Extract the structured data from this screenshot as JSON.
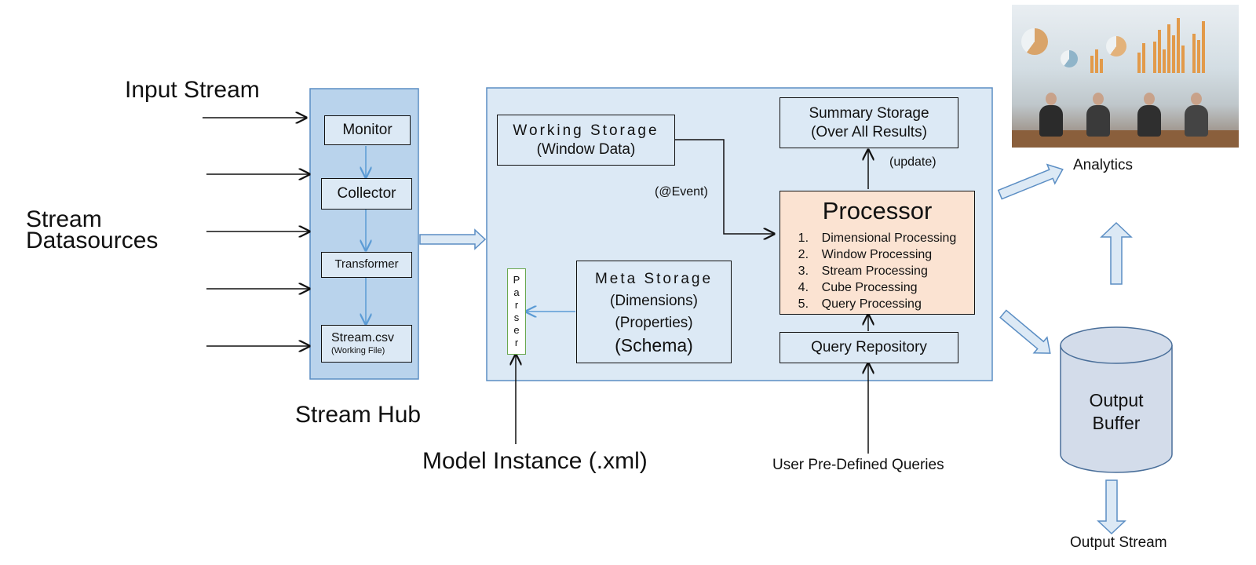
{
  "labels": {
    "input_stream": "Input Stream",
    "stream_datasources_line1": "Stream",
    "stream_datasources_line2": "Datasources",
    "stream_hub": "Stream Hub",
    "model_instance": "Model Instance (.xml)",
    "user_queries": "User Pre-Defined Queries",
    "analytics": "Analytics",
    "output_stream": "Output Stream",
    "event": "(@Event)",
    "update": "(update)"
  },
  "hub": {
    "monitor": "Monitor",
    "collector": "Collector",
    "transformer": "Transformer",
    "stream_csv": "Stream.csv",
    "working_file": "(Working File)"
  },
  "working_storage": {
    "title": "Working Storage",
    "subtitle": "(Window Data)"
  },
  "summary_storage": {
    "title": "Summary Storage",
    "subtitle": "(Over All Results)"
  },
  "meta_storage": {
    "title": "Meta Storage",
    "line1": "(Dimensions)",
    "line2": "(Properties)",
    "line3": "(Schema)"
  },
  "parser": {
    "letters": [
      "P",
      "a",
      "r",
      "s",
      "e",
      "r"
    ]
  },
  "processor": {
    "title": "Processor",
    "items": [
      {
        "num": "1.",
        "text": "Dimensional Processing"
      },
      {
        "num": "2.",
        "text": "Window Processing"
      },
      {
        "num": "3.",
        "text": "Stream Processing"
      },
      {
        "num": "4.",
        "text": "Cube Processing"
      },
      {
        "num": "5.",
        "text": "Query Processing"
      }
    ]
  },
  "query_repository": "Query Repository",
  "output_buffer": {
    "line1": "Output",
    "line2": "Buffer"
  },
  "colors": {
    "hub_fill": "#b9d3ec",
    "main_fill": "#dce9f5",
    "processor_fill": "#fbe3d2",
    "blue_line": "#5b9bd5",
    "buffer_fill": "#d3dcea",
    "parser_border": "#6aa84f"
  }
}
